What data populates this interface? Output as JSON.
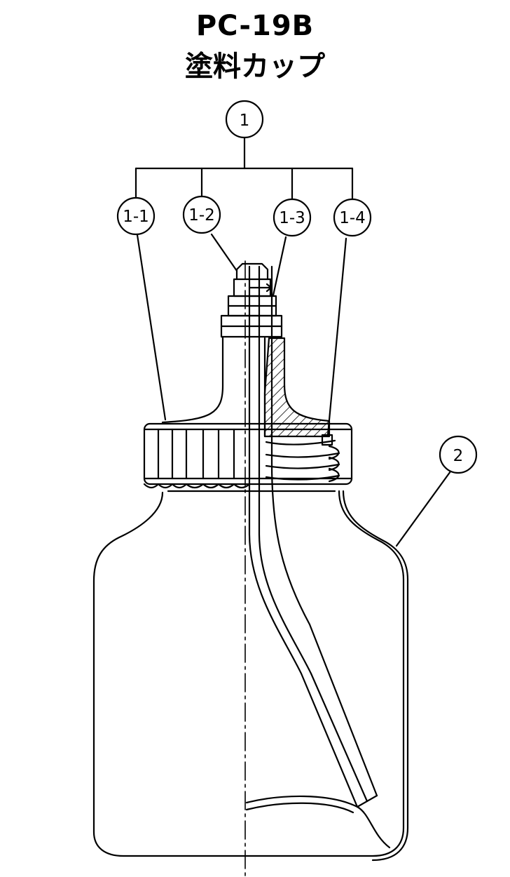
{
  "title": {
    "model": "PC-19B",
    "name": "塗料カップ"
  },
  "callouts": {
    "c1": "1",
    "c1_1": "1-1",
    "c1_2": "1-2",
    "c1_3": "1-3",
    "c1_4": "1-4",
    "c2": "2"
  },
  "colors": {
    "line": "#000000",
    "background": "#ffffff"
  }
}
